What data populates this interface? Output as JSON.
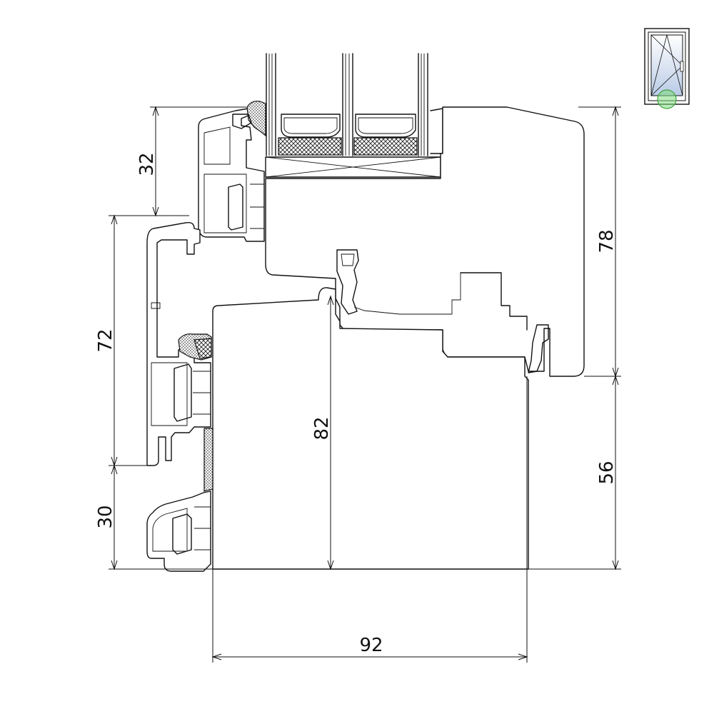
{
  "dimensions": {
    "sash_overlap": "32",
    "frame_depth_outer": "72",
    "sill_height": "30",
    "glazing_frame_height": "78",
    "frame_height_lower": "56",
    "sash_height": "82",
    "frame_width": "92"
  },
  "window_icon": "tilt-turn-window-icon",
  "colors": {
    "line": "#111111",
    "highlight_circle": "#7fdc7f",
    "icon_glass": "#c9d8ee"
  }
}
